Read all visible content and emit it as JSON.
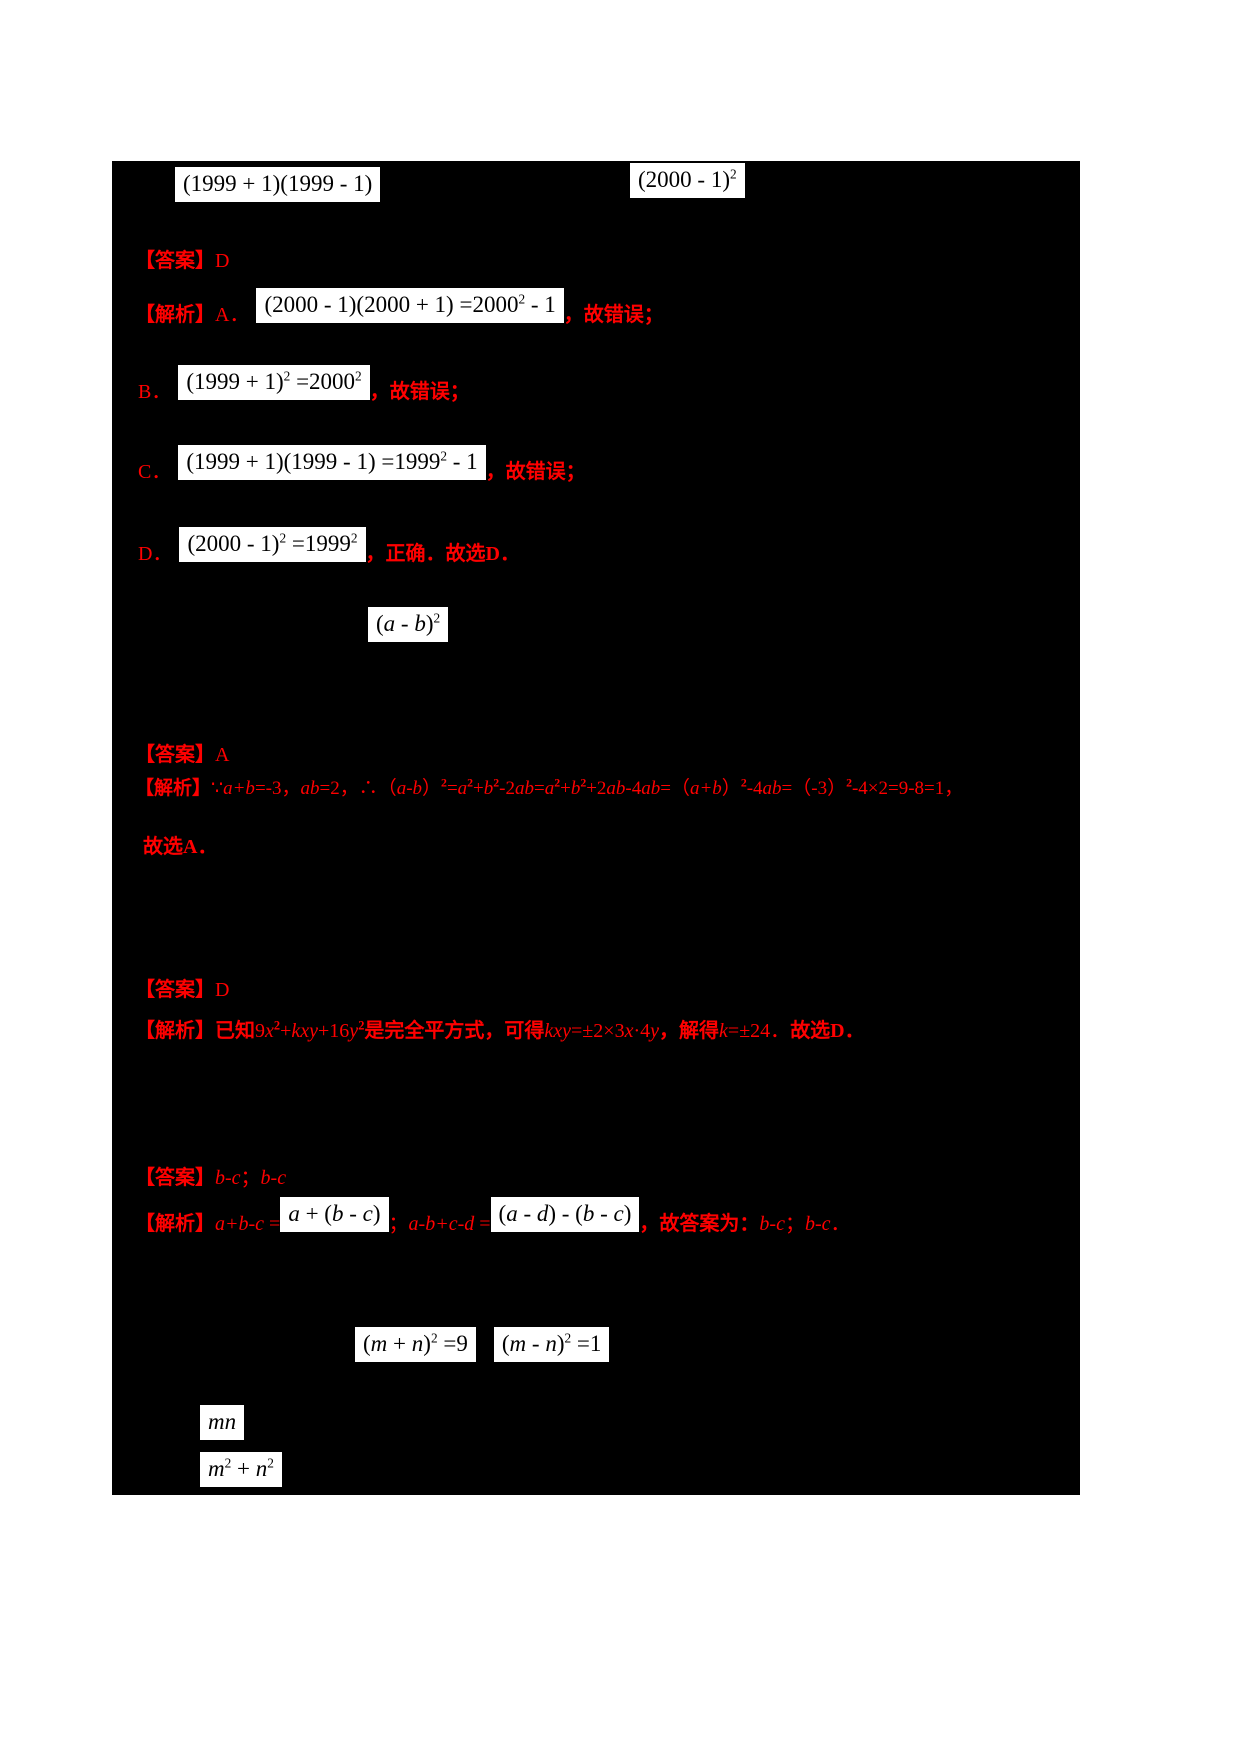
{
  "colors": {
    "page_background": "#ffffff",
    "panel_background": "#000000",
    "highlight_text": "#ff0000",
    "formula_background": "#ffffff",
    "formula_text": "#000000"
  },
  "q1": {
    "expr_left": [
      {
        "t": "(1999 + 1)(1999 - 1)"
      }
    ],
    "expr_right": [
      {
        "t": "(2000 - 1)"
      },
      {
        "t": "2",
        "sup": true
      }
    ],
    "answer_label": "【答案】",
    "answer": "D",
    "analysis_label": "【解析】",
    "options": [
      {
        "label": "A．",
        "formula": [
          {
            "t": "(2000 - 1)(2000 + 1) =2000"
          },
          {
            "t": "2",
            "sup": true
          },
          {
            "t": " - 1"
          }
        ],
        "tail": "，故错误；"
      },
      {
        "label": "B．",
        "formula": [
          {
            "t": "(1999 + 1)"
          },
          {
            "t": "2",
            "sup": true
          },
          {
            "t": " =2000"
          },
          {
            "t": "2",
            "sup": true
          }
        ],
        "tail": "，故错误；"
      },
      {
        "label": "C．",
        "formula": [
          {
            "t": "(1999 + 1)(1999 - 1) =1999"
          },
          {
            "t": "2",
            "sup": true
          },
          {
            "t": " - 1"
          }
        ],
        "tail": "，故错误；"
      },
      {
        "label": "D．",
        "formula": [
          {
            "t": "(2000 - 1)"
          },
          {
            "t": "2",
            "sup": true
          },
          {
            "t": " =1999"
          },
          {
            "t": "2",
            "sup": true
          }
        ],
        "tail": "，正确．故选D．"
      }
    ]
  },
  "q2": {
    "expr": [
      {
        "t": "("
      },
      {
        "t": "a",
        "i": true
      },
      {
        "t": " - "
      },
      {
        "t": "b",
        "i": true
      },
      {
        "t": ")"
      },
      {
        "t": "2",
        "sup": true
      }
    ],
    "answer_line": [
      {
        "t": "【答案】",
        "b": true
      },
      {
        "t": "A"
      }
    ],
    "analysis_line": [
      {
        "t": "【解析】",
        "b": true
      },
      {
        "t": "∵"
      },
      {
        "t": "a+b",
        "i": true
      },
      {
        "t": "=-3，"
      },
      {
        "t": "ab",
        "i": true
      },
      {
        "t": "=2，∴（"
      },
      {
        "t": "a-b",
        "i": true
      },
      {
        "t": "）"
      },
      {
        "t": "2",
        "sup": true
      },
      {
        "t": "="
      },
      {
        "t": "a",
        "i": true
      },
      {
        "t": "2",
        "sup": true
      },
      {
        "t": "+"
      },
      {
        "t": "b",
        "i": true
      },
      {
        "t": "2",
        "sup": true
      },
      {
        "t": "-2"
      },
      {
        "t": "ab",
        "i": true
      },
      {
        "t": "="
      },
      {
        "t": "a",
        "i": true
      },
      {
        "t": "2",
        "sup": true
      },
      {
        "t": "+"
      },
      {
        "t": "b",
        "i": true
      },
      {
        "t": "2",
        "sup": true
      },
      {
        "t": "+2"
      },
      {
        "t": "ab",
        "i": true
      },
      {
        "t": "-4"
      },
      {
        "t": "ab",
        "i": true
      },
      {
        "t": "=（"
      },
      {
        "t": "a+b",
        "i": true
      },
      {
        "t": "）"
      },
      {
        "t": "2",
        "sup": true
      },
      {
        "t": "-4"
      },
      {
        "t": "ab",
        "i": true
      },
      {
        "t": "=（-3）"
      },
      {
        "t": "2",
        "sup": true
      },
      {
        "t": "-4×2=9-8=1，"
      }
    ],
    "conclusion_line": [
      {
        "t": "故选A．",
        "b": true
      }
    ]
  },
  "q3": {
    "answer_line": [
      {
        "t": "【答案】",
        "b": true
      },
      {
        "t": "D"
      }
    ],
    "analysis_line": [
      {
        "t": "【解析】",
        "b": true
      },
      {
        "t": "已知",
        "b": true
      },
      {
        "t": "9"
      },
      {
        "t": "x",
        "i": true
      },
      {
        "t": "2",
        "sup": true
      },
      {
        "t": "+"
      },
      {
        "t": "kxy",
        "i": true
      },
      {
        "t": "+16"
      },
      {
        "t": "y",
        "i": true
      },
      {
        "t": "2",
        "sup": true
      },
      {
        "t": "是完全平方式，可得",
        "b": true
      },
      {
        "t": "kxy",
        "i": true
      },
      {
        "t": "=±2×3"
      },
      {
        "t": "x",
        "i": true
      },
      {
        "t": "·4"
      },
      {
        "t": "y",
        "i": true
      },
      {
        "t": "，解得",
        "b": true
      },
      {
        "t": "k",
        "i": true
      },
      {
        "t": "=±24．"
      },
      {
        "t": "故选D．",
        "b": true
      }
    ]
  },
  "q4": {
    "answer_line": [
      {
        "t": "【答案】",
        "b": true
      },
      {
        "t": "b-c",
        "i": true
      },
      {
        "t": "；"
      },
      {
        "t": "b-c",
        "i": true
      }
    ],
    "analysis_head": [
      {
        "t": "【解析】",
        "b": true
      },
      {
        "t": "a+b-c",
        "i": true
      },
      {
        "t": " ="
      }
    ],
    "formula1": [
      {
        "t": "a",
        "i": true
      },
      {
        "t": " + ("
      },
      {
        "t": "b",
        "i": true
      },
      {
        "t": " - "
      },
      {
        "t": "c",
        "i": true
      },
      {
        "t": ")"
      }
    ],
    "mid": [
      {
        "t": "；"
      },
      {
        "t": "a-b+c-d",
        "i": true
      },
      {
        "t": " ="
      }
    ],
    "formula2": [
      {
        "t": "("
      },
      {
        "t": "a",
        "i": true
      },
      {
        "t": " - "
      },
      {
        "t": "d",
        "i": true
      },
      {
        "t": ") - ("
      },
      {
        "t": "b",
        "i": true
      },
      {
        "t": " - "
      },
      {
        "t": "c",
        "i": true
      },
      {
        "t": ")"
      }
    ],
    "tail": [
      {
        "t": "，故答案为：",
        "b": true
      },
      {
        "t": "b-c",
        "i": true
      },
      {
        "t": "；"
      },
      {
        "t": "b-c",
        "i": true
      },
      {
        "t": "．"
      }
    ]
  },
  "q5": {
    "given_left": [
      {
        "t": "("
      },
      {
        "t": "m",
        "i": true
      },
      {
        "t": " + "
      },
      {
        "t": "n",
        "i": true
      },
      {
        "t": ")"
      },
      {
        "t": "2",
        "sup": true
      },
      {
        "t": " =9"
      }
    ],
    "given_right": [
      {
        "t": "("
      },
      {
        "t": "m",
        "i": true
      },
      {
        "t": " - "
      },
      {
        "t": "n",
        "i": true
      },
      {
        "t": ")"
      },
      {
        "t": "2",
        "sup": true
      },
      {
        "t": " =1"
      }
    ],
    "expr_mn": [
      {
        "t": "mn",
        "i": true
      }
    ],
    "expr_m2n2": [
      {
        "t": "m",
        "i": true
      },
      {
        "t": "2",
        "sup": true
      },
      {
        "t": " + "
      },
      {
        "t": "n",
        "i": true
      },
      {
        "t": "2",
        "sup": true
      }
    ]
  }
}
